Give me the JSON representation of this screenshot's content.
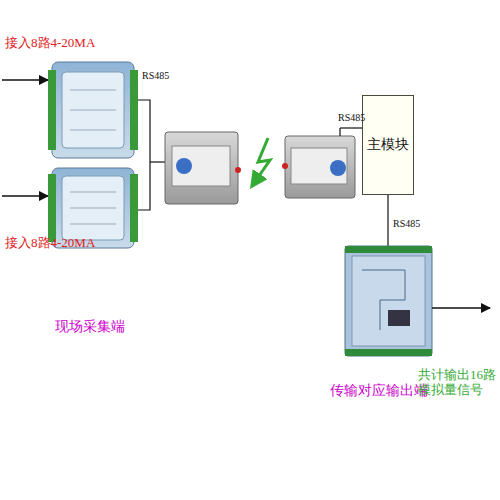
{
  "diagram": {
    "nodes": [
      {
        "text": [
          "主模块"
        ]
      }
    ],
    "labels": [
      "接入8路4-20MA",
      "接入8路4-20MA",
      "RS485",
      "RS485",
      "RS485",
      "现场采集端",
      "传输对应输出端",
      "共计输出16路 模拟量信号"
    ]
  }
}
